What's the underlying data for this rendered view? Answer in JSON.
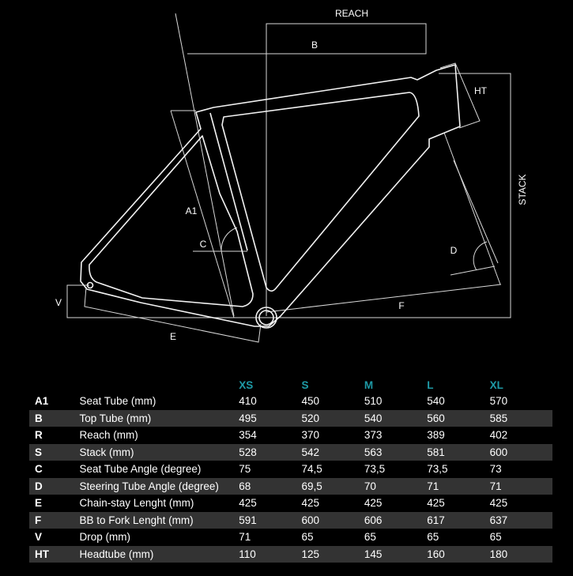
{
  "diagram": {
    "labels": {
      "reach": "REACH",
      "b": "B",
      "ht": "HT",
      "stack": "STACK",
      "a1": "A1",
      "c": "C",
      "d": "D",
      "v": "V",
      "e": "E",
      "f": "F"
    }
  },
  "table": {
    "sizes": [
      "XS",
      "S",
      "M",
      "L",
      "XL"
    ],
    "rows": [
      {
        "code": "A1",
        "name": "Seat Tube (mm)",
        "values": [
          "410",
          "450",
          "510",
          "540",
          "570"
        ]
      },
      {
        "code": "B",
        "name": "Top Tube (mm)",
        "values": [
          "495",
          "520",
          "540",
          "560",
          "585"
        ]
      },
      {
        "code": "R",
        "name": "Reach (mm)",
        "values": [
          "354",
          "370",
          "373",
          "389",
          "402"
        ]
      },
      {
        "code": "S",
        "name": "Stack (mm)",
        "values": [
          "528",
          "542",
          "563",
          "581",
          "600"
        ]
      },
      {
        "code": "C",
        "name": "Seat Tube Angle (degree)",
        "values": [
          "75",
          "74,5",
          "73,5",
          "73,5",
          "73"
        ]
      },
      {
        "code": "D",
        "name": "Steering Tube Angle (degree)",
        "values": [
          "68",
          "69,5",
          "70",
          "71",
          "71"
        ]
      },
      {
        "code": "E",
        "name": "Chain-stay Lenght (mm)",
        "values": [
          "425",
          "425",
          "425",
          "425",
          "425"
        ]
      },
      {
        "code": "F",
        "name": "BB to Fork Lenght (mm)",
        "values": [
          "591",
          "600",
          "606",
          "617",
          "637"
        ]
      },
      {
        "code": "V",
        "name": "Drop (mm)",
        "values": [
          "71",
          "65",
          "65",
          "65",
          "65"
        ]
      },
      {
        "code": "HT",
        "name": "Headtube (mm)",
        "values": [
          "110",
          "125",
          "145",
          "160",
          "180"
        ]
      }
    ],
    "header_color": "#1e9aa6"
  }
}
